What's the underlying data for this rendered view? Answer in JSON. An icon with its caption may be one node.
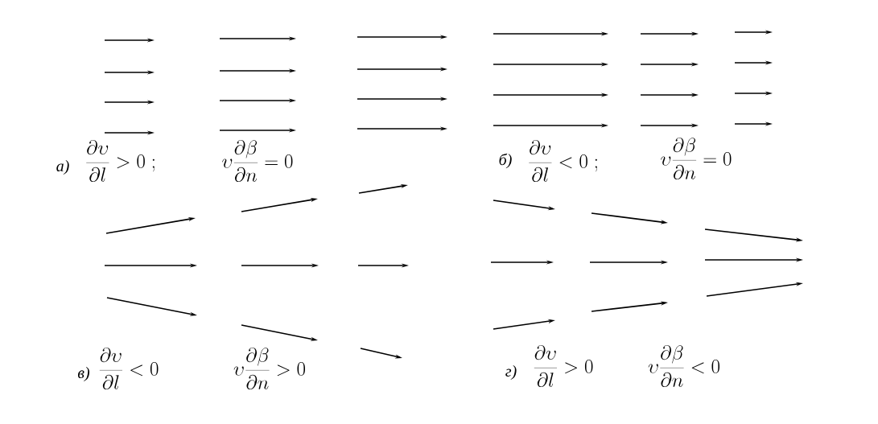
{
  "diagram": {
    "labels": [
      "а)",
      "\\frac{\\partial\\upsilon}{\\partial l}>0\\;;",
      "\\upsilon\\frac{\\partial\\beta}{\\partial n}=0",
      "б)",
      "\\frac{\\partial\\upsilon}{\\partial l}<0\\;;",
      "\\upsilon\\frac{\\partial\\beta}{\\partial n}=0",
      "в)",
      "\\frac{\\partial\\upsilon}{\\partial l}<0",
      "\\upsilon\\frac{\\partial\\beta}{\\partial n}>0",
      "г)",
      "\\frac{\\partial\\upsilon}{\\partial l}>0",
      "\\upsilon\\frac{\\partial\\beta}{\\partial n}<0"
    ]
  }
}
